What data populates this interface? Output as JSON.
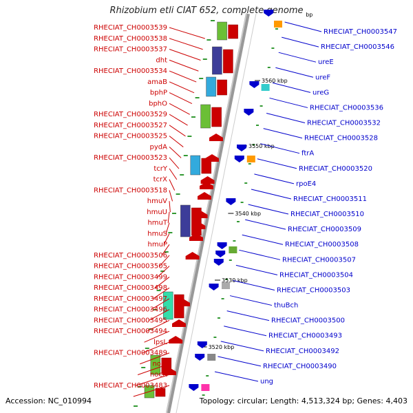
{
  "title": "Rhizobium etli CIAT 652, complete genome",
  "footer": {
    "accession_label": "Accession:",
    "accession": "NC_010994",
    "topology_label": "Topology:",
    "topology": "circular",
    "length_label": "Length:",
    "length": "4,513,324 bp",
    "genes_label": "Genes:",
    "genes": "4,403"
  },
  "colors": {
    "forward_strand": "#cc0000",
    "reverse_strand": "#0000cc",
    "backbone": "#999999",
    "tick": "#339933"
  },
  "ticks": [
    "bp",
    "3560 kbp",
    "3550 kbp",
    "3540 kbp",
    "3530 kbp",
    "3520 kbp"
  ],
  "left_labels": [
    "RHECIAT_CH0003539",
    "RHECIAT_CH0003538",
    "RHECIAT_CH0003537",
    "dht",
    "RHECIAT_CH0003534",
    "amaB",
    "bphP",
    "bphO",
    "RHECIAT_CH0003529",
    "RHECIAT_CH0003527",
    "RHECIAT_CH0003525",
    "pydA",
    "RHECIAT_CH0003523",
    "tcrY",
    "tcrX",
    "RHECIAT_CH0003518",
    "hmuV",
    "hmuU",
    "hmuT",
    "hmuS",
    "hmuP",
    "RHECIAT_CH0003506",
    "RHECIAT_CH0003505",
    "RHECIAT_CH0003499",
    "RHECIAT_CH0003498",
    "RHECIAT_CH0003497",
    "RHECIAT_CH0003496",
    "RHECIAT_CH0003495",
    "RHECIAT_CH0003494",
    "lpsL",
    "RHECIAT_CH0003489",
    "noeJ",
    "noeK",
    "RHECIAT_CH0003483"
  ],
  "right_labels": [
    "RHECIAT_CH0003547",
    "RHECIAT_CH0003546",
    "ureE",
    "ureF",
    "ureG",
    "RHECIAT_CH0003536",
    "RHECIAT_CH0003532",
    "RHECIAT_CH0003528",
    "ftrA",
    "RHECIAT_CH0003520",
    "rpoE4",
    "RHECIAT_CH0003511",
    "RHECIAT_CH0003510",
    "RHECIAT_CH0003509",
    "RHECIAT_CH0003508",
    "RHECIAT_CH0003507",
    "RHECIAT_CH0003504",
    "RHECIAT_CH0003503",
    "thuBch",
    "RHECIAT_CH0003500",
    "RHECIAT_CH0003493",
    "RHECIAT_CH0003492",
    "RHECIAT_CH0003490",
    "ung"
  ]
}
